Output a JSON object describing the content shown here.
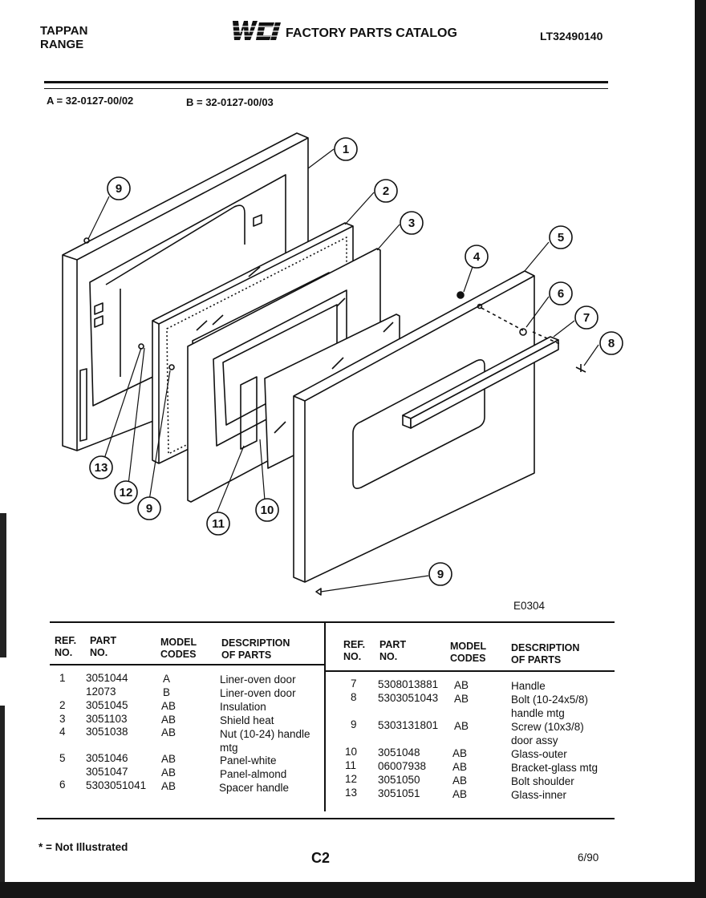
{
  "header": {
    "brand_line1": "TAPPAN",
    "brand_line2": "RANGE",
    "logo_text": "WCI",
    "catalog_title": "FACTORY PARTS CATALOG",
    "model_number": "LT32490140"
  },
  "model_codes": {
    "a": "A = 32-0127-00/02",
    "b": "B = 32-0127-00/03"
  },
  "diagram": {
    "callouts": [
      "1",
      "2",
      "3",
      "4",
      "5",
      "6",
      "7",
      "8",
      "9",
      "9",
      "9",
      "10",
      "11",
      "12",
      "13"
    ],
    "figure_code": "E0304"
  },
  "table": {
    "headers": {
      "ref": [
        "REF.",
        "NO."
      ],
      "part": [
        "PART",
        "NO."
      ],
      "model": [
        "MODEL",
        "CODES"
      ],
      "desc": [
        "DESCRIPTION",
        "OF PARTS"
      ]
    },
    "left_rows": [
      {
        "ref": "1",
        "part": "3051044",
        "model": "A",
        "desc": "Liner-oven door"
      },
      {
        "ref": "",
        "part": "12073",
        "model": "B",
        "desc": "Liner-oven door"
      },
      {
        "ref": "2",
        "part": "3051045",
        "model": "AB",
        "desc": "Insulation"
      },
      {
        "ref": "3",
        "part": "3051103",
        "model": "AB",
        "desc": "Shield heat"
      },
      {
        "ref": "4",
        "part": "3051038",
        "model": "AB",
        "desc": "Nut (10-24) handle mtg"
      },
      {
        "ref": "5",
        "part": "3051046",
        "model": "AB",
        "desc": "Panel-white"
      },
      {
        "ref": "",
        "part": "3051047",
        "model": "AB",
        "desc": "Panel-almond"
      },
      {
        "ref": "6",
        "part": "5303051041",
        "model": "AB",
        "desc": "Spacer handle"
      }
    ],
    "right_rows": [
      {
        "ref": "7",
        "part": "5308013881",
        "model": "AB",
        "desc": "Handle"
      },
      {
        "ref": "8",
        "part": "5303051043",
        "model": "AB",
        "desc": "Bolt (10-24x5/8) handle mtg"
      },
      {
        "ref": "9",
        "part": "5303131801",
        "model": "AB",
        "desc": "Screw (10x3/8) door assy"
      },
      {
        "ref": "10",
        "part": "3051048",
        "model": "AB",
        "desc": "Glass-outer"
      },
      {
        "ref": "11",
        "part": "06007938",
        "model": "AB",
        "desc": "Bracket-glass mtg"
      },
      {
        "ref": "12",
        "part": "3051050",
        "model": "AB",
        "desc": "Bolt shoulder"
      },
      {
        "ref": "13",
        "part": "3051051",
        "model": "AB",
        "desc": "Glass-inner"
      }
    ]
  },
  "footer": {
    "note": "* = Not Illustrated",
    "page": "C2",
    "date": "6/90"
  }
}
